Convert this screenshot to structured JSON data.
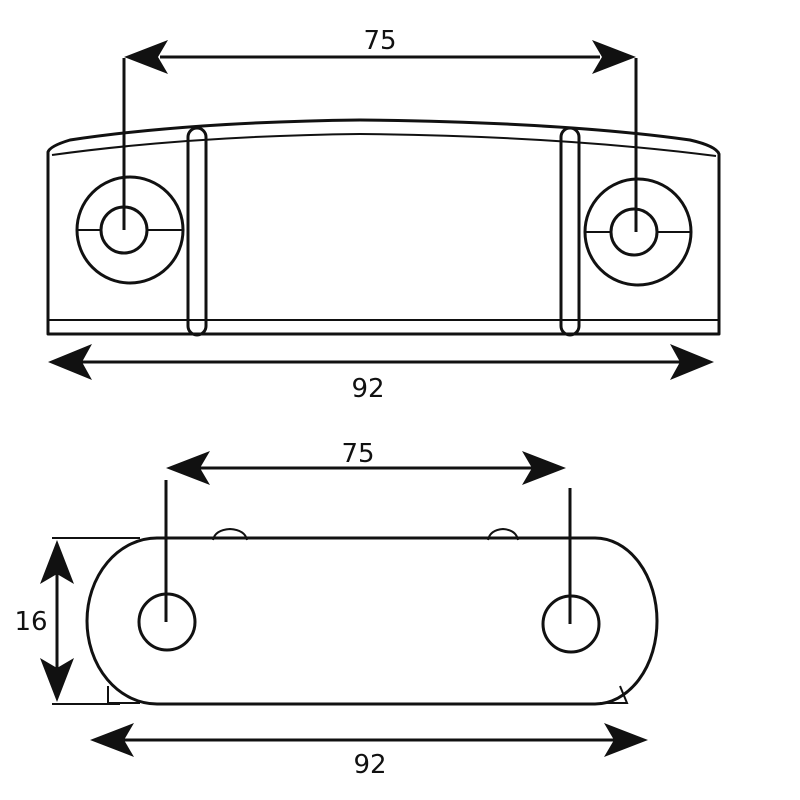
{
  "top_view": {
    "hole_spacing": "75",
    "overall_length": "92"
  },
  "bottom_view": {
    "hole_spacing": "75",
    "overall_length": "92",
    "height": "16"
  }
}
